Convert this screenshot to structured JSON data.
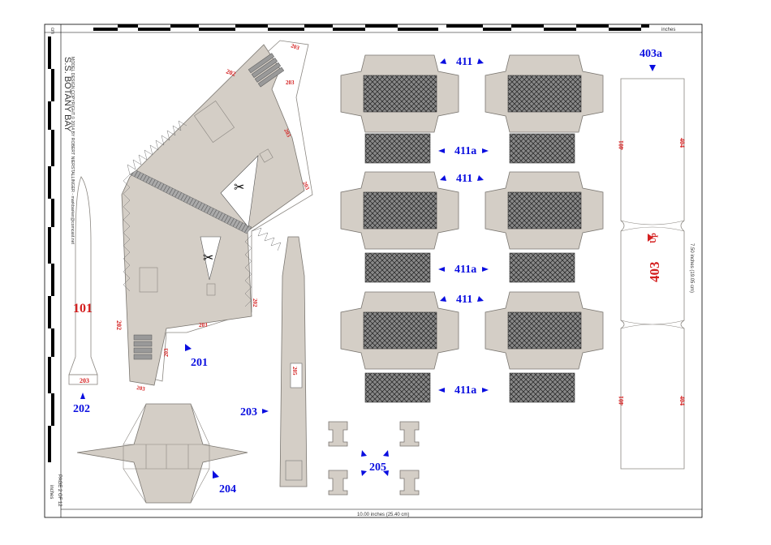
{
  "sheet": {
    "title": "S.S. BOTANY BAY",
    "copyright": "MODEL DESIGN COPYRIGHT © 2014 BY ROBERT NIERSTALLINGER - markbarker@comcast.net",
    "page": "PAGE 2 OF 12",
    "units_bottom": "inches",
    "ruler_top_left": "cm",
    "ruler_top_right": "inches",
    "ruler_bottom": "10.00 inches (25.40 cm)",
    "ruler_right": "7.50 inches (19.05 cm)"
  },
  "labels": {
    "blue": [
      "411",
      "411a",
      "411",
      "411a",
      "411",
      "411a",
      "403a",
      "201",
      "202",
      "203",
      "204",
      "205"
    ],
    "red": {
      "p101": "101",
      "p403": "403",
      "up": "Up",
      "p401a": "401",
      "p404a": "404",
      "p401b": "401",
      "p404b": "404",
      "t202": "202",
      "t203a": "203",
      "t203b": "203",
      "t203c": "203",
      "t203d": "203",
      "t203e": "203",
      "t203f": "203",
      "t203g": "203",
      "t202b": "202",
      "t202c": "202",
      "t203h": "203",
      "t203i": "203",
      "t205": "205"
    }
  }
}
